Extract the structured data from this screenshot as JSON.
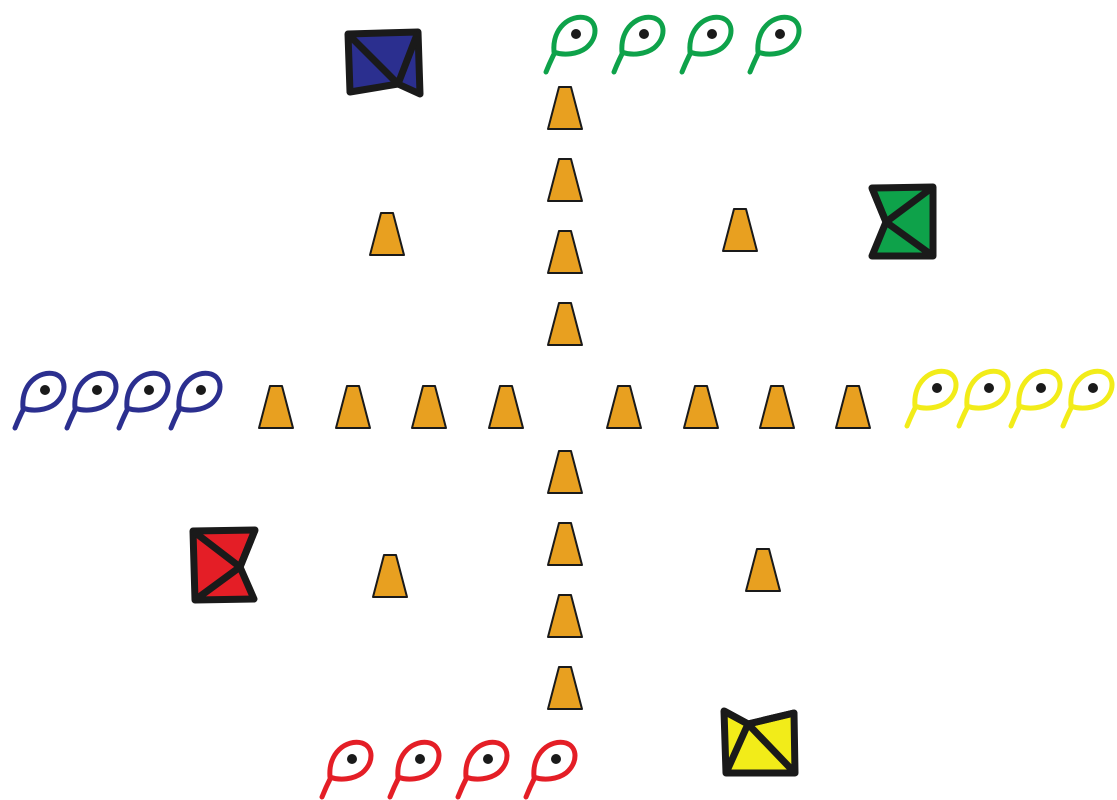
{
  "colors": {
    "background": "#ffffff",
    "cone": "#e8a020",
    "outline": "#1a1a1a",
    "blue": "#2b2f8f",
    "green": "#0ea24a",
    "yellow": "#f2ec19",
    "red": "#e41e26"
  },
  "icons": {
    "cone": "cone-icon",
    "pawn": "pawn-icon",
    "base": "flag-base-icon"
  },
  "players": [
    {
      "color": "blue",
      "pieces_in_reserve": 4
    },
    {
      "color": "green",
      "pieces_in_reserve": 4
    },
    {
      "color": "yellow",
      "pieces_in_reserve": 4
    },
    {
      "color": "red",
      "pieces_in_reserve": 4
    }
  ],
  "board": {
    "track_cones": 16,
    "corner_cones": 4
  }
}
